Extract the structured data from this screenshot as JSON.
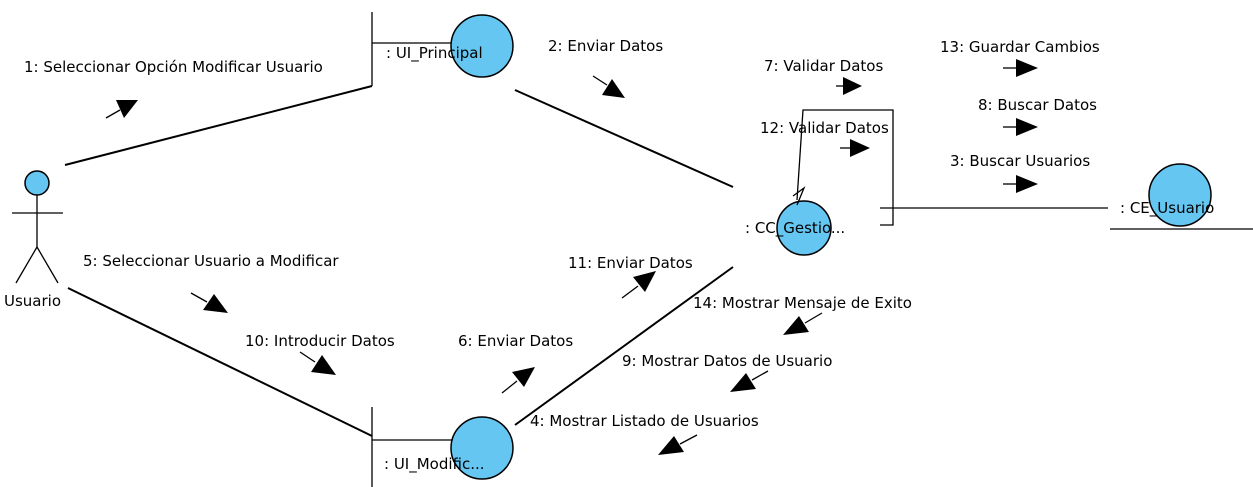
{
  "diagram": {
    "actor": {
      "name": "Usuario"
    },
    "objects": {
      "ui_principal": ": UI_Principal",
      "ui_modificar": ": UI_Modific...",
      "cc_gestion": ": CC_Gestio...",
      "ce_usuario": ": CE_Usuario"
    },
    "messages": [
      "1: Seleccionar Opción Modificar Usuario",
      "2: Enviar Datos",
      "3: Buscar Usuarios",
      "4: Mostrar Listado de Usuarios",
      "5: Seleccionar Usuario a Modificar",
      "6: Enviar Datos",
      "7: Validar Datos",
      "8: Buscar Datos",
      "9: Mostrar Datos de Usuario",
      "10: Introducir Datos",
      "11: Enviar Datos",
      "12: Validar Datos",
      "13: Guardar Cambios",
      "14: Mostrar Mensaje de Exito"
    ],
    "colors": {
      "object_fill": "#66c6f2",
      "line": "#000000"
    }
  }
}
